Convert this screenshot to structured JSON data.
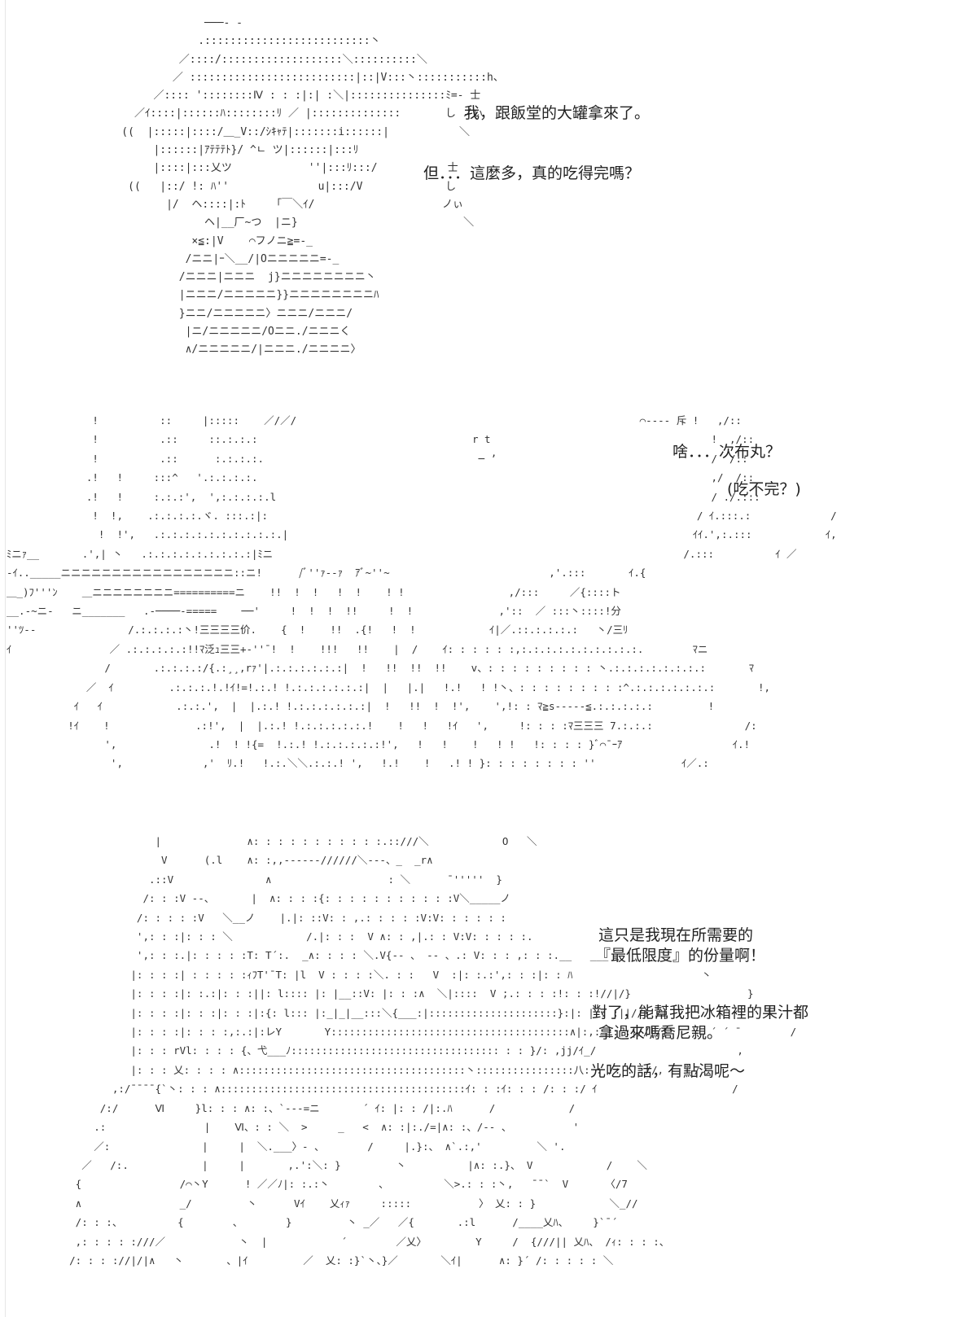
{
  "panels": [
    {
      "art_lines": [
        "                 ───- -",
        "                .::::::::::::::::::::::::::丶",
        "             ／::::/:::::::::::::::::::＼::::::::::＼",
        "            ／ ::::::::::::::::::::::::::|::|V:::丶:::::::::::h、",
        "         ／:::: '::::::::Ⅳ : : :|:| :＼|:::::::::::::::ﾐ=- 士",
        "      ／ｲ::::|::::::ﾊ::::::::ﾘ ／ |::::::::::::::       し ノぃ",
        "    ((  |:::::|::::/＿_V::/ｼｷｬﾃ|:::::::i::::::|           ＼",
        "         |::::::|ｱﾃﾃﾃﾄ}/ ^ㄴ ツ|::::::|:::ﾘ",
        "         |::::|:::乂ツ            ''|:::ﾘ:::/           士",
        "     ((   |::/ !: ﾊ''              u|:::/V             し",
        "           |/  ヘ::::|:ﾄ    「￣＼ｲ/                    ノぃ",
        "                 ヘ|__厂~つ  |ニ}                          ＼",
        "               ×≦:|V    ⌒フノニ≧=-_",
        "              /ニニ|ｰ＼__/|Oニニニニニ=-_",
        "             /ニニニ|ニニニ  j}ニニニニニニニニ丶",
        "             |ニニニ/ニニニニニ}}ニニニニニニニニﾊ",
        "             }ニニ/ニニニニニ〉ニニニ/ニニニ/",
        "              |ニ/ニニニニニ/Oニニ./ニニニく",
        "              ∧/ニニニニニ/|ニニニ./ニニニニ〉"
      ]
    },
    {
      "art_lines": [
        "              !          ::     |:::::    ／/／/                                                        ⌒---- 斥 !   ,/::",
        "              !          .::     ::.:.:.:                                   r t                                    !  ,/::",
        "              !          .::      :.:.:.:.                                   ─ ’                                   /  /::                      ",
        "             .!   !     :::^   '.:.:.:.:.                                                                          ,/  /::",
        "             .!   !     :.:.:',  ',:.:.:.:.l                                                                       / ./.:::",
        "              !  !,    .:.:.:.:.ヾ. :::.:|:                                                                      / ｲ.:::.:             /",
        "               !  !',   .:.:.:.:.:.:.:.:.:.:.|                                                                  ｲｲ.',:.:::            ｲ,",
        "ﾐニｧ__       .',| 丶   .:.:.:.:.:.:.:.:.:|ﾐニ                                                                   /.:::          ｲ ／",
        "-ｲ.._____ニニニニニニニニニニニニニニニニニ::ニ!      /ﾞ''ｧ--ｧ  ｱﾞ~''~                          ,'.:::       ｲ.{",
        "＿_)ﾌ'''ﾝ    ＿ニニニニニニニニ==========ニ    !!  !  !   !  !    ! !                 ,/:::     ／{::::ト",
        "__.-~ニ-   ニ_______   .-────-=====    ──'     !  !  !  !!     !  !              ,'::  ／ :::丶::::!分",
        "''ﾂ--               /.:.:.:.:丶!三三三三价.    {  !    !!  .{!   !  !            ｲ|／.::.:.:.:.:   丶/三ﾘ",
        "ｲ                ／ .:.:.:.:.:!!ﾏ泛ｭ三三+-''¯!  !    !!!   !!    |  /    ｲ: : : : : :,:.:.:.:.:.:.:.:.:.:.        ﾏニ",
        "                /       .:.:.:.:/{.:¸¸,rｧ'|.:.:.:.:.:.:|  !   !!  !!  !!    v、: : : : : : : : : 丶.:.:.:.:.:.:.:.:       ﾏ",
        "             ／  ｲ         .:.:.:.!.!ｲ!=!.:.! !.:.:.:.:.:.:|  |   |.|   !.!   ! !丶、: : : : : : : : :^.:.:.:.:.:.:.:       !,",
        "           ｲ   ｲ            .:.:.',  |  |.:.! !.:.:.:.:.:.:|  !   !!  !  !',    ',!: : ﾏ≧s-----≦.:.:.:.:.:         !",
        "          !ｲ    !              .:!',  |  |.:.! !.:.:.:.:.:.!    !   !   !ｲ   ',     !: : : :ﾏ三三三 7.:.:.:               /:",
        "                ',               .!  ! !{=  !.:.! !.:.:.:.:.:!',   !   !    !   ! !   !: : : : }ﾞ⌒¯ｰｱ                  ｲ.!",
        "                 ',             ,'  ﾘ.!   !.:.＼＼.:.:.! ',   !.!    !   .! ! }: : : : : : : : ''              ｲ／.:"
      ]
    },
    {
      "art_lines": [
        "                    |              ∧: : : : : : : : : : :.::///＼            O   ＼",
        "                     V      (.l    ∧: :,,------//////＼---、_  _r∧",
        "                   .::V               ∧                   : ＼      ¯'''''  }",
        "                  /: : :V --、      |  ∧: : : :{: : : : : : : : : : :V＼_____ノ",
        "                 /: : : : :V   ＼__ノ    |.|: ::V: : ,.: : : : :V:V: : : : : : ",
        "                 ',: : :|: : : ＼            /.|: : :  V ∧: : ,|.: : V:V: : : : :.",
        "                 ',: : :.|: : : : :T: T´:.  _∧: : : : ＼.V{-- 、 -- 、.: V: : : ,: : :.__   ___      ___",
        "                |: : : :| : : : : :ｨﾌT'¯T: |l  V : : : :＼. : :   V  :|: :.:',: : :|: : ﾊ                     丶",
        "                |: : : :|: :.:|: : :||: l:::: |: |__::V: |: : :∧  ＼|::::  V ;.: : : :!: : :!//|/}                   }",
        "                |: : : :|: : :|: : :|:{: l::: |:_|_|__:::＼{___:|:::::::::::::::::::::}:|: | : :||//!!/|                '",
        "                |: : : :|: : : :,:.:|:レY       Y:::::::::::::::::::::::::::::::::::::::∧|:,: |: :|//|/}       ´ ´ ¯        /",
        "                |: : : rVl: : : : {、弋___ﾉ:::::::::::::::::::::::::::::::::: : : }/: ,jj/ｲ_/                       ,",
        "                |: : : 乂: : : : ∧:::::::::::::::::::::::::::::::::::::丶::::::::::::::::八: : /: : ://,     /",
        "             ,:/¯¯¯¯{`丶: : : ∧::::::::::::::::::::::::::::::::::::::::ｲ: : :ｲ: : : /: : :/ ｲ                      /",
        "           /:/      Ⅵ     }l: : : ∧: :、`---=ニ       ´ ｲ: |: : /|:.ﾊ      /            /",
        "          .:                |    Ⅵ、: : ＼  >     _   <  ∧: :|:./=|∧: :、/-- 、          '",
        "          ／:               |     |  ＼.___〉- 、       /     |.}:、 ∧`.:,'         ＼ '.",
        "        ／   /:.            |     |       ,.':＼: }         丶          |∧: :.}、 V            /    ＼",
        "       {                /⌒丶Y      ! ／／ﾉ|: :.:丶        、         ＼>.: : :丶,   ¯¯`  V      〈/7",
        "       ∧                _/         丶      Vｲ    乂ｨｧ     :::::           〉 乂: : }            ＼_//",
        "       /: : :、         {        、       }         丶 _／   ／{       .:l      /____乂ﾊ、    }`¯´",
        "       ,: : : : :///／            丶  |            ´        ／乂〉        Y     /  {///|| 乂ﾊ、 /ｨ: : : :、",
        "      /: : : ://|/|∧   丶       、|ｲ         ／  乂: :}`丶、}／       ＼ｲ|      ∧: }´ /: : : : : ＼"
      ]
    }
  ],
  "speech": [
    {
      "text": "我，跟飯堂的大罐拿來了。"
    },
    {
      "text": "但．．．這麼多，真的吃得完嗎？"
    },
    {
      "text": "啥．．．次布丸？"
    },
    {
      "text": "(吃不完？)"
    },
    {
      "text": "這只是我現在所需要的"
    },
    {
      "text": "『最低限度』的份量啊！"
    },
    {
      "text": "對了，能幫我把冰箱裡的果汁都"
    },
    {
      "text": "拿過來嗎喬尼親。"
    },
    {
      "text": "光吃的話，有點渴呢～"
    }
  ]
}
